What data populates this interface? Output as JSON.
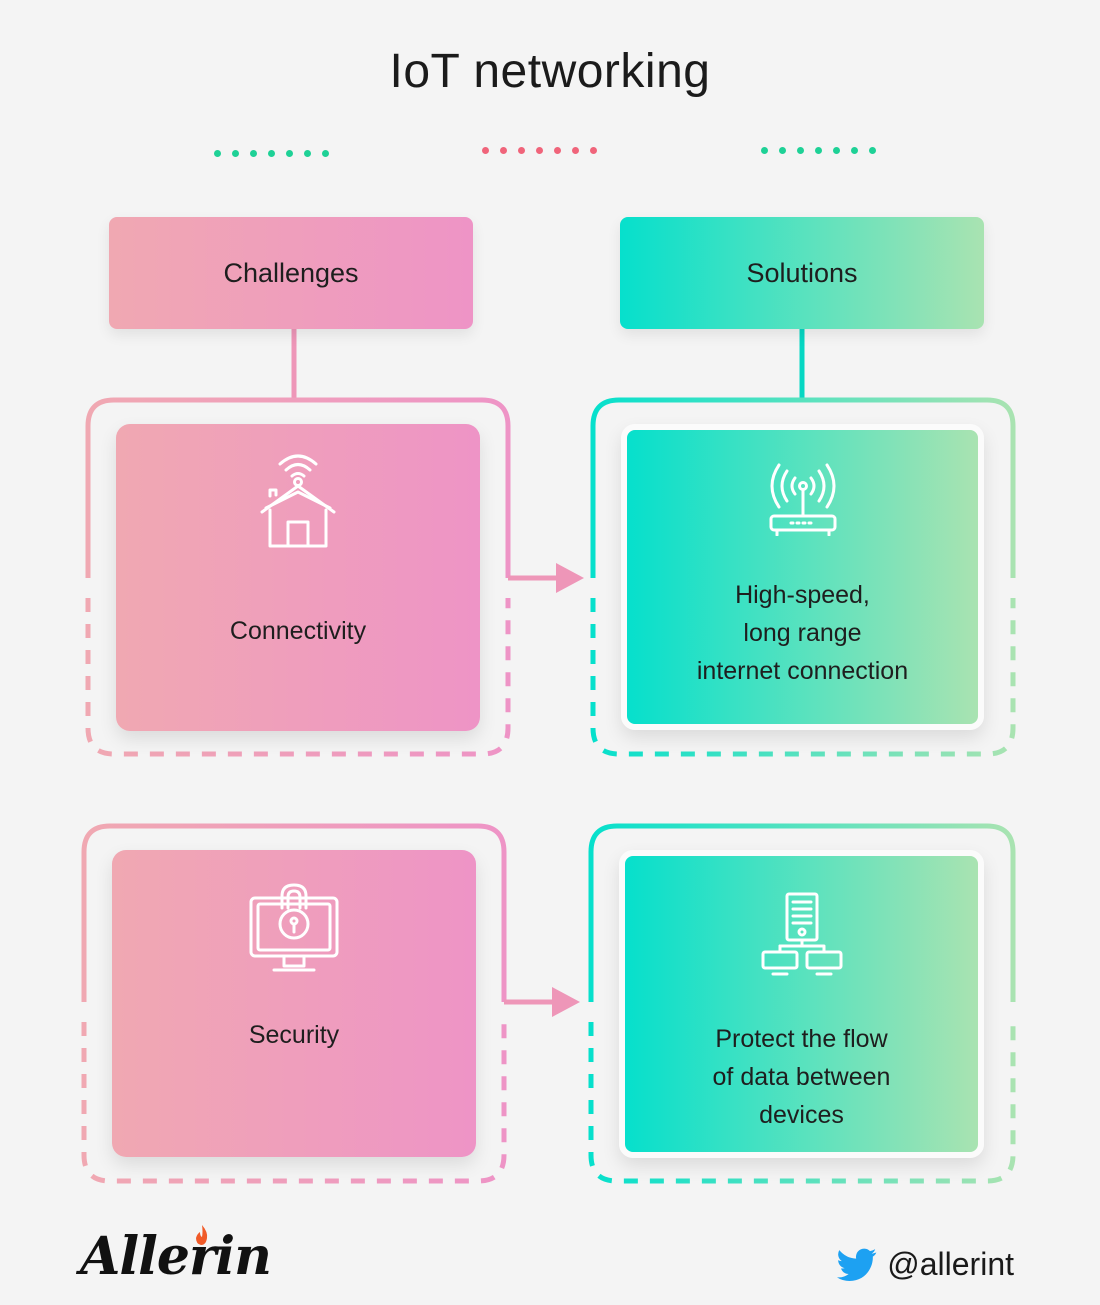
{
  "title": "IoT networking",
  "columns": {
    "challenges_label": "Challenges",
    "solutions_label": "Solutions"
  },
  "rows": [
    {
      "challenge": "Connectivity",
      "challenge_icon": "smart-home-wifi-icon",
      "solution": "High-speed,\nlong range\ninternet connection",
      "solution_icon": "wireless-router-icon"
    },
    {
      "challenge": "Security",
      "challenge_icon": "monitor-lock-icon",
      "solution": "Protect the flow\nof data between\ndevices",
      "solution_icon": "server-network-icon"
    }
  ],
  "footer": {
    "brand": "Allerin",
    "twitter_handle": "@allerint"
  },
  "colors": {
    "pink_start": "#f0a8b2",
    "pink_end": "#ee94c6",
    "teal_start": "#06e0cc",
    "teal_end": "#a9e3b1",
    "dot_green": "#1ed196",
    "dot_red": "#f0647a",
    "twitter_blue": "#1da1f2",
    "flame": "#f05a28"
  }
}
